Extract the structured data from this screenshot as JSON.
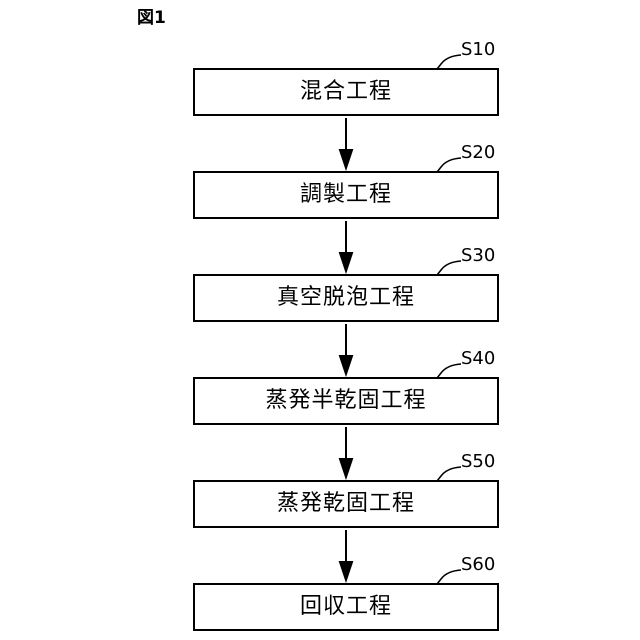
{
  "figure": {
    "label": "図1"
  },
  "steps": [
    {
      "id": "S10",
      "label": "混合工程"
    },
    {
      "id": "S20",
      "label": "調製工程"
    },
    {
      "id": "S30",
      "label": "真空脱泡工程"
    },
    {
      "id": "S40",
      "label": "蒸発半乾固工程"
    },
    {
      "id": "S50",
      "label": "蒸発乾固工程"
    },
    {
      "id": "S60",
      "label": "回収工程"
    }
  ]
}
